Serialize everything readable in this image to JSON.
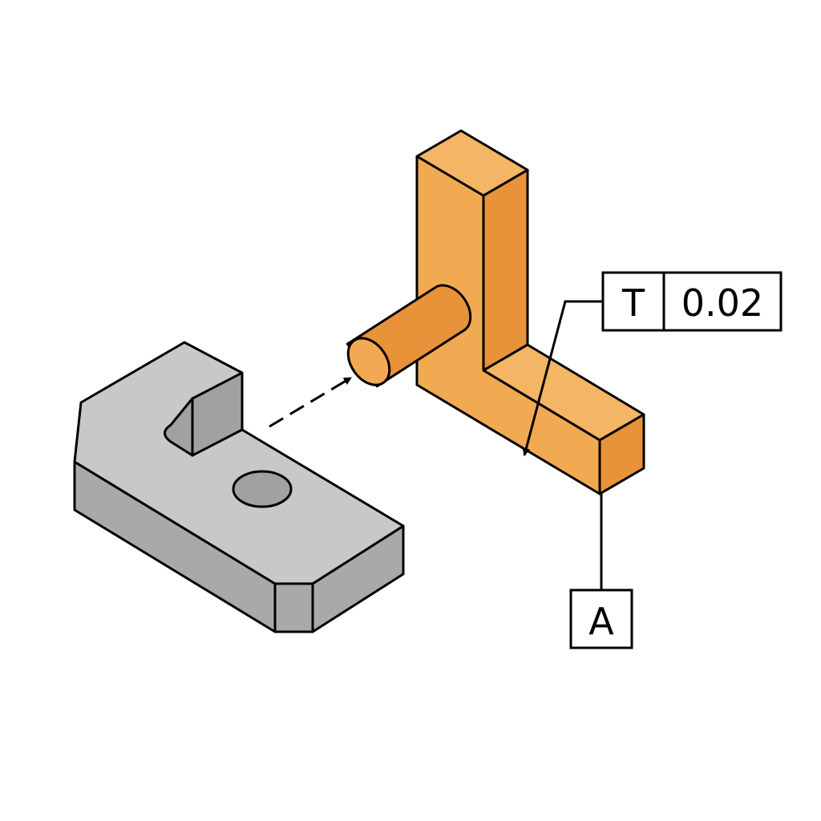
{
  "diagram": {
    "fcf": {
      "symbol": "T",
      "tolerance": "0.02"
    },
    "datum": {
      "label": "A"
    }
  },
  "colors": {
    "orange_top": "#f4b664",
    "orange_front": "#f2aa52",
    "orange_side": "#e8923a",
    "gray_top": "#c8c8c8",
    "gray_side": "#a8a9ab",
    "gray_recess": "#a0a1a3",
    "outline": "#000000"
  }
}
